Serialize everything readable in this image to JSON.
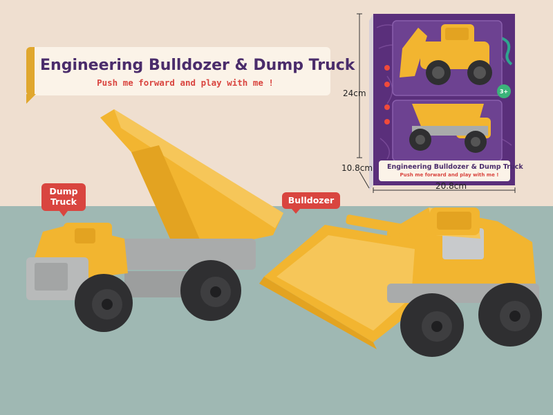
{
  "banner": {
    "title": "Engineering Bulldozer & Dump Truck",
    "subtitle": "Push me forward and play with me !"
  },
  "tags": {
    "dump_truck": "Dump\nTruck",
    "bulldozer": "Bulldozer"
  },
  "package": {
    "height_label": "24cm",
    "depth_label": "10.8cm",
    "width_label": "20.8cm",
    "box_title": "Engineering Bulldozer & Dump Truck",
    "box_subtitle": "Push me forward and play with me !",
    "age_badge": "3+"
  },
  "colors": {
    "background_top": "#efdfd0",
    "background_bottom": "#9fb8b3",
    "banner_bg": "#fbf3e8",
    "banner_accent": "#e0a72e",
    "title": "#4a2c6b",
    "subtitle": "#d9453f",
    "tag": "#d9453f",
    "toy_yellow": "#f2b530",
    "toy_gray": "#a9abab",
    "tire": "#2f2f31",
    "box_purple": "#5a2f7b"
  }
}
